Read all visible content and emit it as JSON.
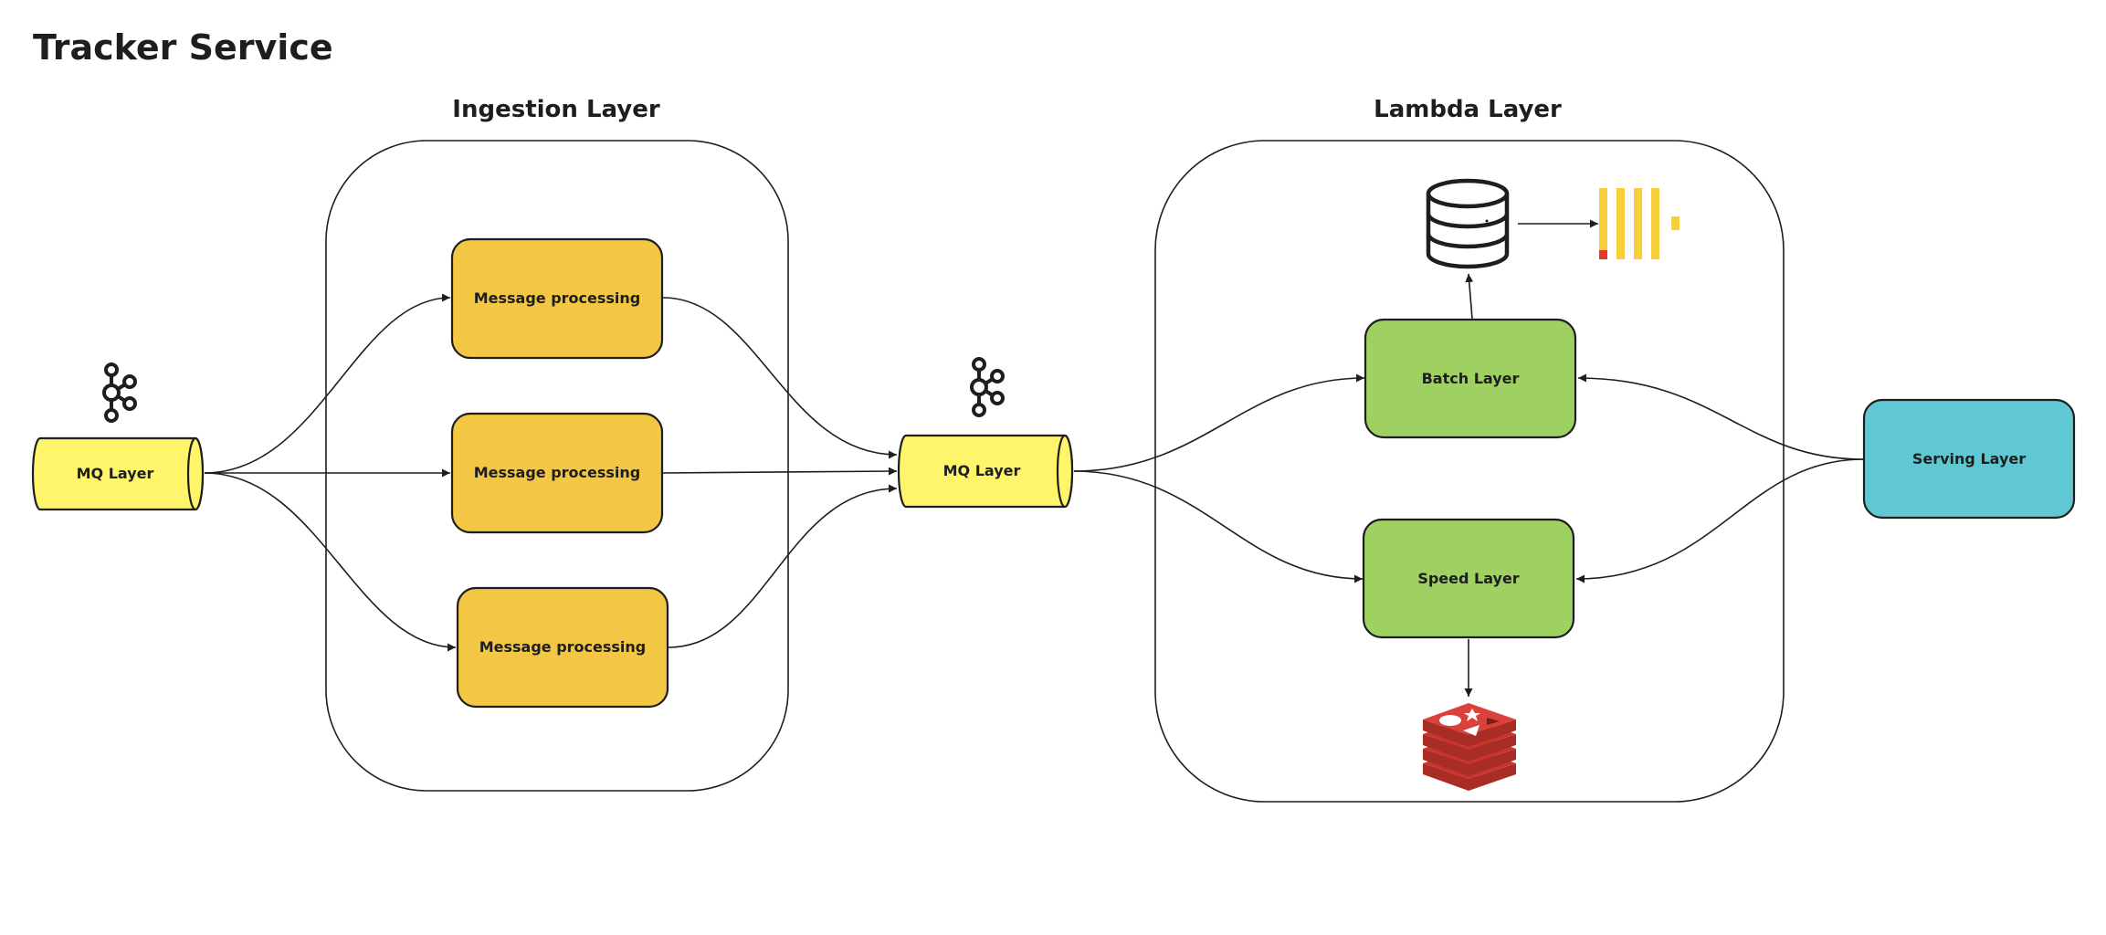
{
  "title": "Tracker Service",
  "groups": {
    "ingestion": "Ingestion Layer",
    "lambda": "Lambda Layer"
  },
  "nodes": {
    "mq1": "MQ Layer",
    "mp1": "Message processing",
    "mp2": "Message processing",
    "mp3": "Message processing",
    "mq2": "MQ Layer",
    "batch": "Batch Layer",
    "speed": "Speed Layer",
    "serving": "Serving Layer"
  },
  "icons": {
    "kafka_1": "kafka-icon",
    "kafka_2": "kafka-icon",
    "database": "database-icon",
    "clickhouse": "clickhouse-icon",
    "redis": "redis-icon"
  },
  "colors": {
    "mq_fill": "#fff56a",
    "processing_fill": "#f3c744",
    "layer_fill": "#9fd162",
    "serving_fill": "#5fc8d2",
    "stroke": "#1e1e1e",
    "clickhouse_yellow": "#f6cf3b",
    "clickhouse_red": "#e8382b",
    "redis_red": "#c8362b"
  }
}
